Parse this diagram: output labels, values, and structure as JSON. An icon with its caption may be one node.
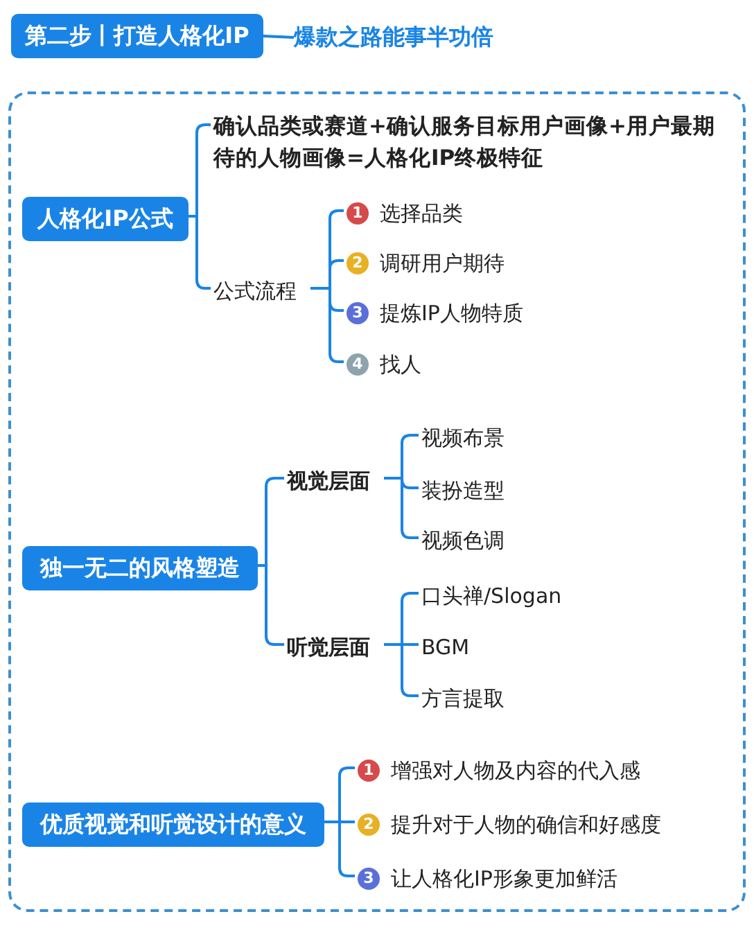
{
  "diagram": {
    "nodes": [
      {
        "text": [
          "第二步丨打造人格化IP"
        ]
      },
      {
        "text": [
          "爆款之路能事半功倍"
        ]
      },
      {
        "text": [],
        "shape": "box"
      },
      {
        "text": [
          "人格化IP公式"
        ],
        "in": 2
      },
      {
        "text": [
          "确认品类或赛道+确认服务目标用户画像+用户最期待的人物画像=人格化IP终极特征"
        ],
        "in": 2
      },
      {
        "text": [
          "公式流程"
        ],
        "in": 2
      },
      {
        "text": [
          "1",
          "选择品类"
        ],
        "in": 2
      },
      {
        "text": [
          "2",
          "调研用户期待"
        ],
        "in": 2
      },
      {
        "text": [
          "3",
          "提炼IP人物特质"
        ],
        "in": 2
      },
      {
        "text": [
          "4",
          "找人"
        ],
        "in": 2
      },
      {
        "text": [
          "独一无二的风格塑造"
        ],
        "in": 2
      },
      {
        "text": [
          "视觉层面"
        ],
        "in": 2
      },
      {
        "text": [
          "视频布景"
        ],
        "in": 2
      },
      {
        "text": [
          "装扮造型"
        ],
        "in": 2
      },
      {
        "text": [
          "视频色调"
        ],
        "in": 2
      },
      {
        "text": [
          "听觉层面"
        ],
        "in": 2
      },
      {
        "text": [
          "口头禅/Slogan"
        ],
        "in": 2
      },
      {
        "text": [
          "BGM"
        ],
        "in": 2
      },
      {
        "text": [
          "方言提取"
        ],
        "in": 2
      },
      {
        "text": [
          "优质视觉和听觉设计的意义"
        ],
        "in": 2
      },
      {
        "text": [
          "1",
          "增强对人物及内容的代入感"
        ],
        "in": 2
      },
      {
        "text": [
          "2",
          "提升对于人物的确信和好感度"
        ],
        "in": 2
      },
      {
        "text": [
          "3",
          "让人格化IP形象更加鲜活"
        ],
        "in": 2
      }
    ],
    "edges": [
      {
        "from": 0,
        "to": 1,
        "arrow": "none"
      },
      {
        "from": 3,
        "to": 4,
        "arrow": "none"
      },
      {
        "from": 3,
        "to": 5,
        "arrow": "none"
      },
      {
        "from": 5,
        "to": 6,
        "arrow": "none"
      },
      {
        "from": 5,
        "to": 7,
        "arrow": "none"
      },
      {
        "from": 5,
        "to": 8,
        "arrow": "none"
      },
      {
        "from": 5,
        "to": 9,
        "arrow": "none"
      },
      {
        "from": 10,
        "to": 11,
        "arrow": "none"
      },
      {
        "from": 10,
        "to": 15,
        "arrow": "none"
      },
      {
        "from": 11,
        "to": 12,
        "arrow": "none"
      },
      {
        "from": 11,
        "to": 13,
        "arrow": "none"
      },
      {
        "from": 11,
        "to": 14,
        "arrow": "none"
      },
      {
        "from": 15,
        "to": 16,
        "arrow": "none"
      },
      {
        "from": 15,
        "to": 17,
        "arrow": "none"
      },
      {
        "from": 15,
        "to": 18,
        "arrow": "none"
      },
      {
        "from": 19,
        "to": 20,
        "arrow": "none"
      },
      {
        "from": 19,
        "to": 21,
        "arrow": "none"
      },
      {
        "from": 19,
        "to": 22,
        "arrow": "none"
      }
    ]
  }
}
